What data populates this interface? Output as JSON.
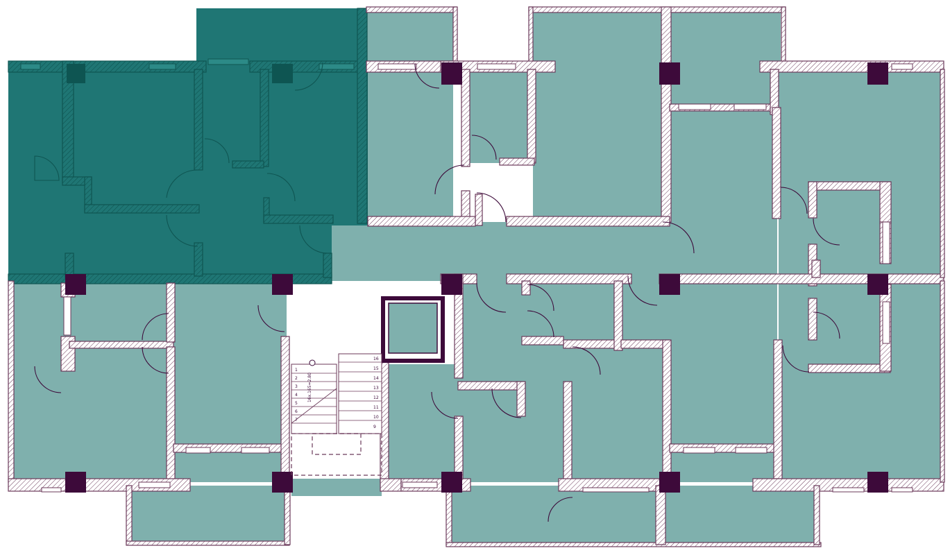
{
  "floor_plan": {
    "colors": {
      "room_fill": "#7fb0ad",
      "selected_apartment_fill": "#1f7674",
      "wall_stroke": "#6b3a5a",
      "column_fill": "#3d0a3a"
    },
    "selected_apartment": "apartment-top-left",
    "staircase": {
      "step_numbers_left": [
        "1",
        "2",
        "3",
        "4",
        "5",
        "6",
        "7"
      ],
      "step_numbers_right": [
        "16",
        "15",
        "14",
        "13",
        "12",
        "11",
        "10",
        "9"
      ],
      "step_dimension_label": "16x.165=2.80"
    }
  }
}
